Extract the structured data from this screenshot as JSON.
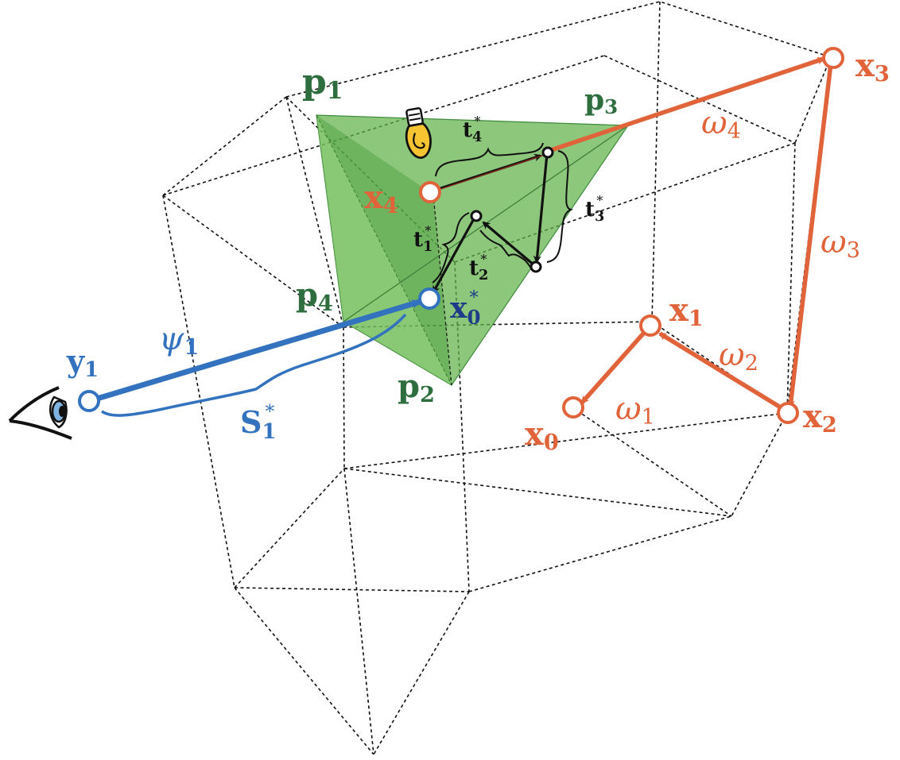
{
  "colors": {
    "orange": "#e0633a",
    "blue": "#3272be",
    "green": "#2e6e3e",
    "tet_fill": "#5fb24a",
    "black": "#111111"
  },
  "labels": {
    "p1": {
      "base": "p",
      "sub": "1"
    },
    "p2": {
      "base": "p",
      "sub": "2"
    },
    "p3": {
      "base": "p",
      "sub": "3"
    },
    "p4": {
      "base": "p",
      "sub": "4"
    },
    "x0": {
      "base": "x",
      "sub": "0"
    },
    "x1": {
      "base": "x",
      "sub": "1"
    },
    "x2": {
      "base": "x",
      "sub": "2"
    },
    "x3": {
      "base": "x",
      "sub": "3"
    },
    "x4": {
      "base": "x",
      "sub": "4"
    },
    "x0star": {
      "base": "x",
      "sub": "0",
      "sup": "*"
    },
    "y1": {
      "base": "y",
      "sub": "1"
    },
    "psi1": {
      "base": "ψ",
      "sub": "1"
    },
    "S1star": {
      "base": "S",
      "sub": "1",
      "sup": "*"
    },
    "w1": {
      "base": "ω",
      "sub": "1"
    },
    "w2": {
      "base": "ω",
      "sub": "2"
    },
    "w3": {
      "base": "ω",
      "sub": "3"
    },
    "w4": {
      "base": "ω",
      "sub": "4"
    },
    "t1": {
      "base": "t",
      "sub": "1",
      "sup": "*"
    },
    "t2": {
      "base": "t",
      "sub": "2",
      "sup": "*"
    },
    "t3": {
      "base": "t",
      "sub": "3",
      "sup": "*"
    },
    "t4": {
      "base": "t",
      "sub": "4",
      "sup": "*"
    }
  },
  "icons": {
    "eye": "eye-icon",
    "bulb": "light-bulb-icon"
  }
}
